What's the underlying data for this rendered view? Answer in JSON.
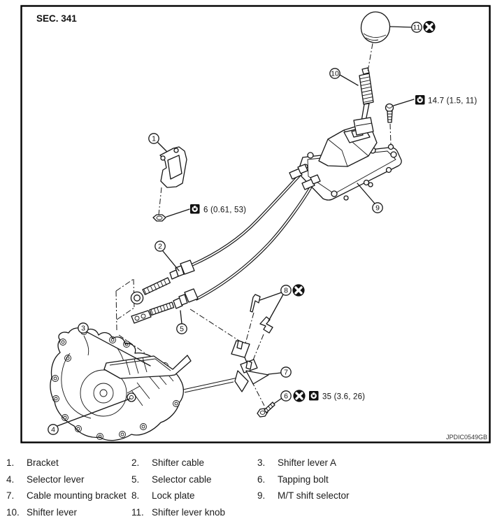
{
  "figure": {
    "section_label": "SEC. 341",
    "figure_code": "JPDIC0549GB"
  },
  "callouts": [
    "1",
    "2",
    "3",
    "4",
    "5",
    "6",
    "7",
    "8",
    "9",
    "10",
    "11"
  ],
  "torque_specs": {
    "bracket_nut": "6 (0.61, 53)",
    "selector_bolt": "14.7 (1.5, 11)",
    "tapping_bolt": "35 (3.6, 26)"
  },
  "icons": {
    "replace_icon_meaning": "always-replace-part",
    "torque_icon_meaning": "torque-specification"
  },
  "legend": {
    "items": [
      {
        "num": "1.",
        "label": "Bracket"
      },
      {
        "num": "2.",
        "label": "Shifter cable"
      },
      {
        "num": "3.",
        "label": "Shifter lever A"
      },
      {
        "num": "4.",
        "label": "Selector lever"
      },
      {
        "num": "5.",
        "label": "Selector cable"
      },
      {
        "num": "6.",
        "label": "Tapping bolt"
      },
      {
        "num": "7.",
        "label": "Cable mounting bracket"
      },
      {
        "num": "8.",
        "label": "Lock plate"
      },
      {
        "num": "9.",
        "label": "M/T shift selector"
      },
      {
        "num": "10.",
        "label": "Shifter lever"
      },
      {
        "num": "11.",
        "label": "Shifter lever knob"
      }
    ]
  }
}
